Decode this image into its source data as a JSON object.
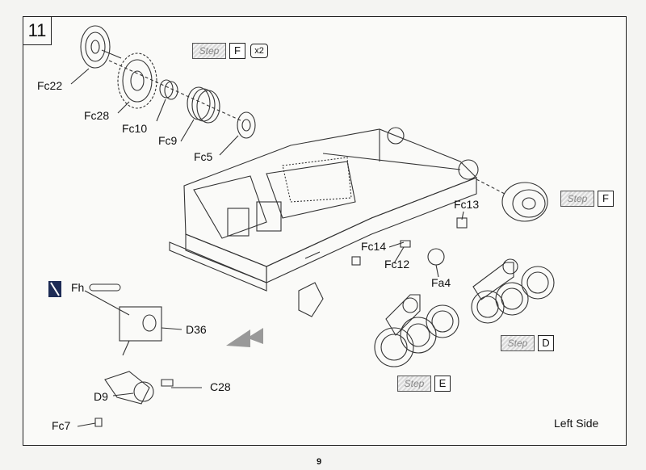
{
  "step_number": "11",
  "page_number": "9",
  "side_label": "Left Side",
  "multiplier": "x2",
  "step_refs": [
    {
      "word": "Step",
      "letter": "F"
    },
    {
      "word": "Step",
      "letter": "F"
    },
    {
      "word": "Step",
      "letter": "D"
    },
    {
      "word": "Step",
      "letter": "E"
    }
  ],
  "part_labels": {
    "fc22": "Fc22",
    "fc28": "Fc28",
    "fc10": "Fc10",
    "fc9": "Fc9",
    "fc5": "Fc5",
    "fc13": "Fc13",
    "fc14": "Fc14",
    "fc12": "Fc12",
    "fa4": "Fa4",
    "fh": "Fh",
    "d36": "D36",
    "c28": "C28",
    "d9": "D9",
    "fc7": "Fc7"
  }
}
